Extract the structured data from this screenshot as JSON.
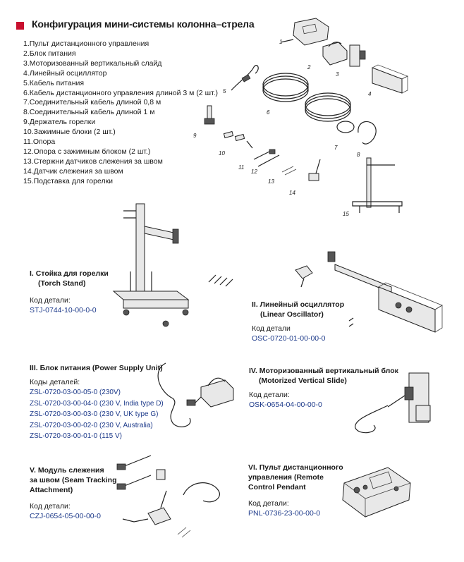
{
  "header": {
    "title": "Конфигурация мини-системы колонна–стрела",
    "accent_color": "#c8102e"
  },
  "parts": [
    "1.Пульт дистанционного управления",
    "2.Блок питания",
    "3.Моторизованный вертикальный слайд",
    "4.Линейный осциллятор",
    "5.Кабель питания",
    "6.Кабель дистанционного управления длиной 3 м (2 шт.)",
    "7.Соединительный кабель длиной 0,8 м",
    "8.Соединительный кабель длиной 1 м",
    "9.Держатель горелки",
    "10.Зажимные блоки (2 шт.)",
    "11.Опора",
    "12.Опора с зажимным блоком (2 шт.)",
    "13.Стержни датчиков слежения за швом",
    "14.Датчик слежения за швом",
    "15.Подставка для горелки"
  ],
  "diagram_numbers": [
    "1",
    "2",
    "3",
    "4",
    "5",
    "6",
    "7",
    "8",
    "9",
    "10",
    "11",
    "12",
    "13",
    "14",
    "15"
  ],
  "sections": {
    "torch_stand": {
      "title": "I. Стойка для горелки",
      "subtitle": "(Torch Stand)",
      "code_label": "Код детали:",
      "code": "STJ-0744-10-00-0-0"
    },
    "linear_oscillator": {
      "title": "II. Линейный осциллятор",
      "subtitle": "(Linear Oscillator)",
      "code_label": "Код детали",
      "code": "OSC-0720-01-00-00-0"
    },
    "power_supply": {
      "title": "III. Блок питания (Power Supply Unit)",
      "code_label": "Коды деталей:",
      "codes": [
        "ZSL-0720-03-00-05-0 (230V)",
        "ZSL-0720-03-00-04-0 (230 V, India type D)",
        "ZSL-0720-03-00-03-0 (230 V, UK type G)",
        "ZSL-0720-03-00-02-0 (230 V, Australia)",
        "ZSL-0720-03-00-01-0 (115 V)"
      ]
    },
    "vertical_slide": {
      "title": "IV. Моторизованный вертикальный блок",
      "subtitle": "(Motorized Vertical Slide)",
      "code_label": "Код детали:",
      "code": "OSK-0654-04-00-00-0"
    },
    "seam_tracking": {
      "title": "V. Модуль слежения",
      "title2": "за швом (Seam Tracking",
      "title3": "Attachment)",
      "code_label": "Код детали:",
      "code": "CZJ-0654-05-00-00-0"
    },
    "remote_pendant": {
      "title": "VI. Пульт дистанционного",
      "title2": "управления (Remote",
      "title3": "Control Pendant",
      "code_label": "Код детали:",
      "code": "PNL-0736-23-00-00-0"
    }
  }
}
